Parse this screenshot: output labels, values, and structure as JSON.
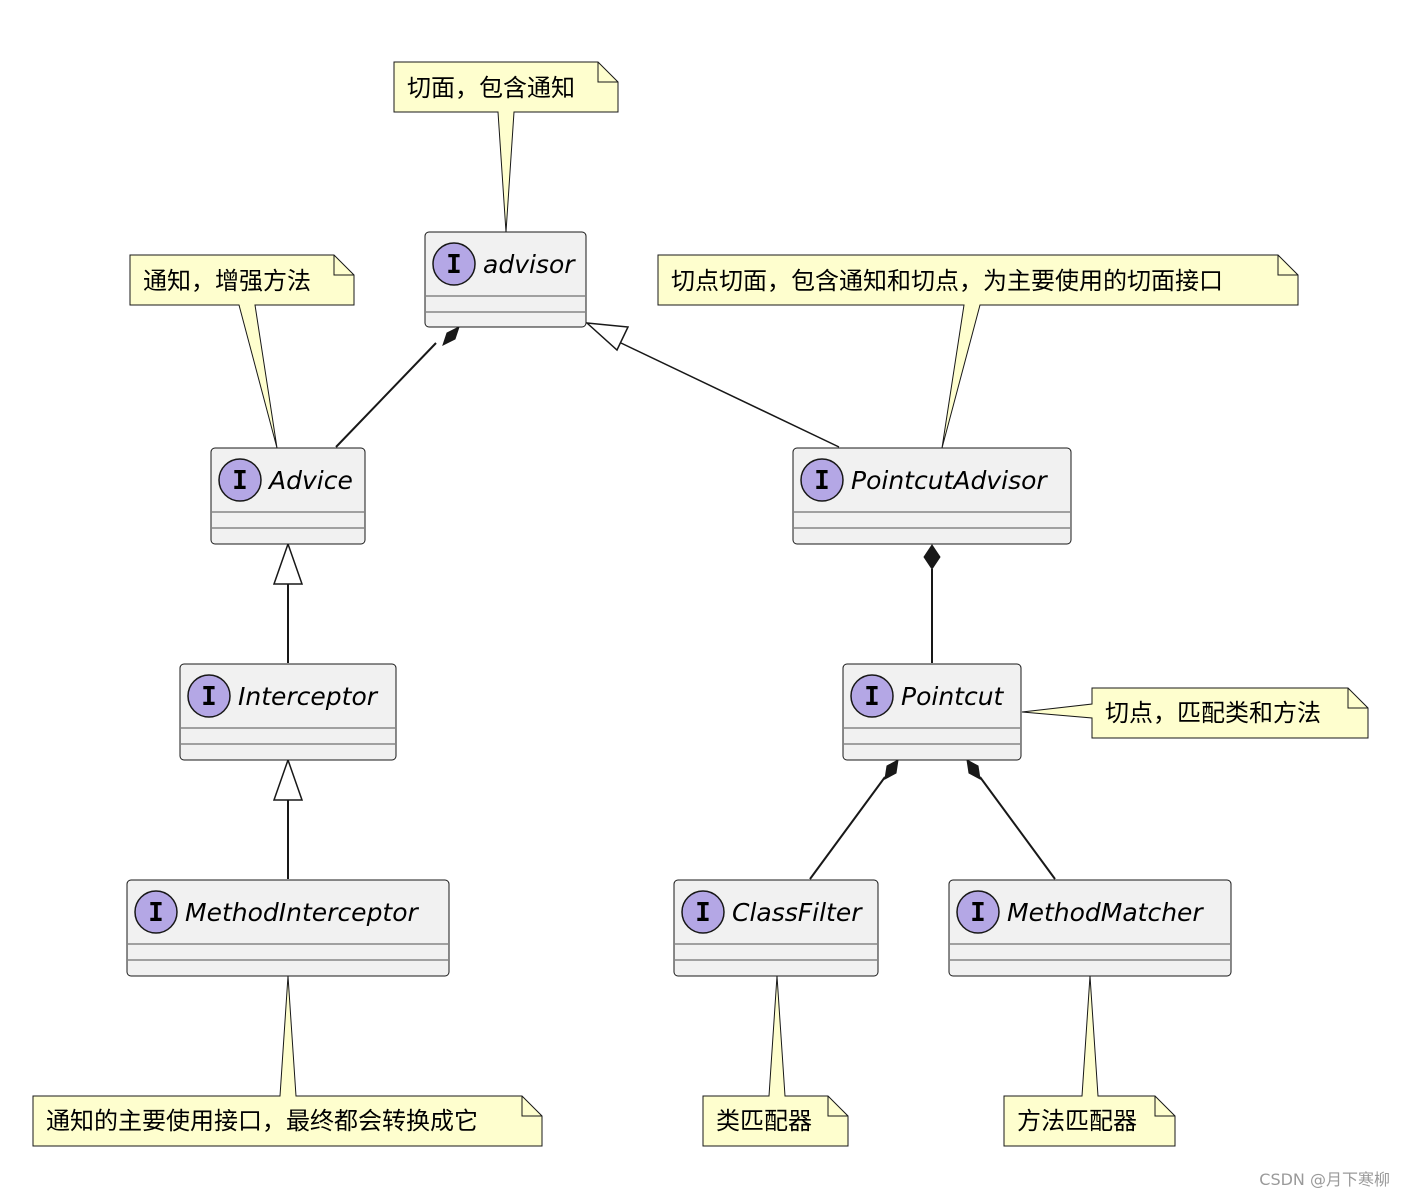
{
  "interfaces": {
    "advisor": {
      "badge": "I",
      "name": "advisor"
    },
    "advice": {
      "badge": "I",
      "name": "Advice"
    },
    "pointcut_advisor": {
      "badge": "I",
      "name": "PointcutAdvisor"
    },
    "interceptor": {
      "badge": "I",
      "name": "Interceptor"
    },
    "pointcut": {
      "badge": "I",
      "name": "Pointcut"
    },
    "method_interceptor": {
      "badge": "I",
      "name": "MethodInterceptor"
    },
    "class_filter": {
      "badge": "I",
      "name": "ClassFilter"
    },
    "method_matcher": {
      "badge": "I",
      "name": "MethodMatcher"
    }
  },
  "notes": {
    "advisor": "切面，包含通知",
    "advice": "通知，增强方法",
    "pointcut_advisor": "切点切面，包含通知和切点，为主要使用的切面接口",
    "pointcut": "切点，匹配类和方法",
    "method_interceptor": "通知的主要使用接口，最终都会转换成它",
    "class_filter": "类匹配器",
    "method_matcher": "方法匹配器"
  },
  "colors": {
    "class_fill": "#f1f1f1",
    "class_border": "#181818",
    "badge_fill": "#b4a7e5",
    "note_fill": "#fefece",
    "note_border": "#181818"
  },
  "watermark": "CSDN @月下寒柳"
}
